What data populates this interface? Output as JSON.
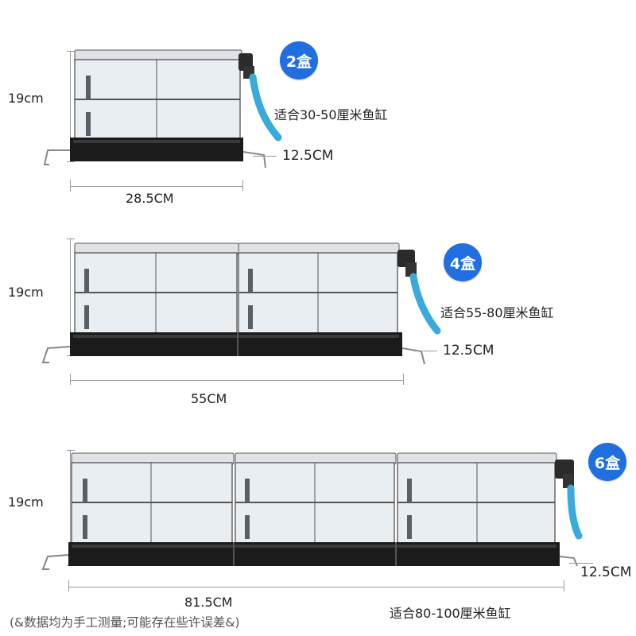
{
  "units": [
    {
      "badge": "2盒",
      "height_label": "19cm",
      "width_label": "28.5CM",
      "depth_label": "12.5CM",
      "fit_label": "适合30-50厘米鱼缸"
    },
    {
      "badge": "4盒",
      "height_label": "19cm",
      "width_label": "55CM",
      "depth_label": "12.5CM",
      "fit_label": "适合55-80厘米鱼缸"
    },
    {
      "badge": "6盒",
      "height_label": "19cm",
      "width_label": "81.5CM",
      "depth_label": "12.5CM",
      "fit_label": "适合80-100厘米鱼缸"
    }
  ],
  "footer_note": "(&数据均为手工测量;可能存在些许误差&)",
  "colors": {
    "badge": "#1f6fe0",
    "hose": "#3aa9dc",
    "tray": "#1b1b1b"
  }
}
